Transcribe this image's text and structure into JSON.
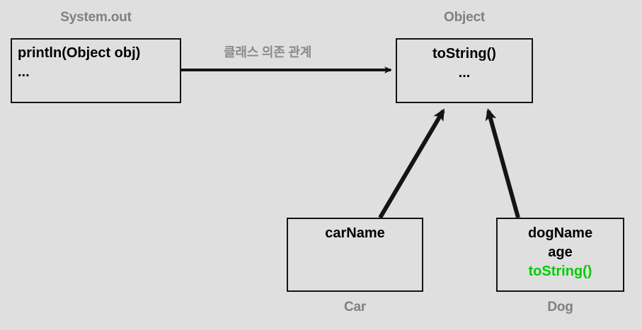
{
  "diagram": {
    "type": "uml-class-diagram",
    "background_color": "#dfdfdf",
    "label_color": "#808080",
    "override_color": "#00cc00",
    "line_color": "#141414",
    "classes": [
      {
        "id": "system-out",
        "name": "System.out",
        "members": [
          "println(Object obj)",
          "..."
        ],
        "align": "left"
      },
      {
        "id": "object",
        "name": "Object",
        "members": [
          "toString()",
          "..."
        ],
        "align": "centered"
      },
      {
        "id": "car",
        "name": "Car",
        "members": [
          "carName"
        ],
        "align": "centered"
      },
      {
        "id": "dog",
        "name": "Dog",
        "members": [
          "dogName",
          "age"
        ],
        "override_member": "toString()",
        "align": "centered"
      }
    ],
    "relations": [
      {
        "id": "dependency",
        "from": "system-out",
        "to": "object",
        "label": "클래스 의존 관계",
        "kind": "dependency"
      },
      {
        "id": "car-inherits-object",
        "from": "car",
        "to": "object",
        "label": "",
        "kind": "inheritance"
      },
      {
        "id": "dog-inherits-object",
        "from": "dog",
        "to": "object",
        "label": "",
        "kind": "inheritance"
      }
    ]
  }
}
